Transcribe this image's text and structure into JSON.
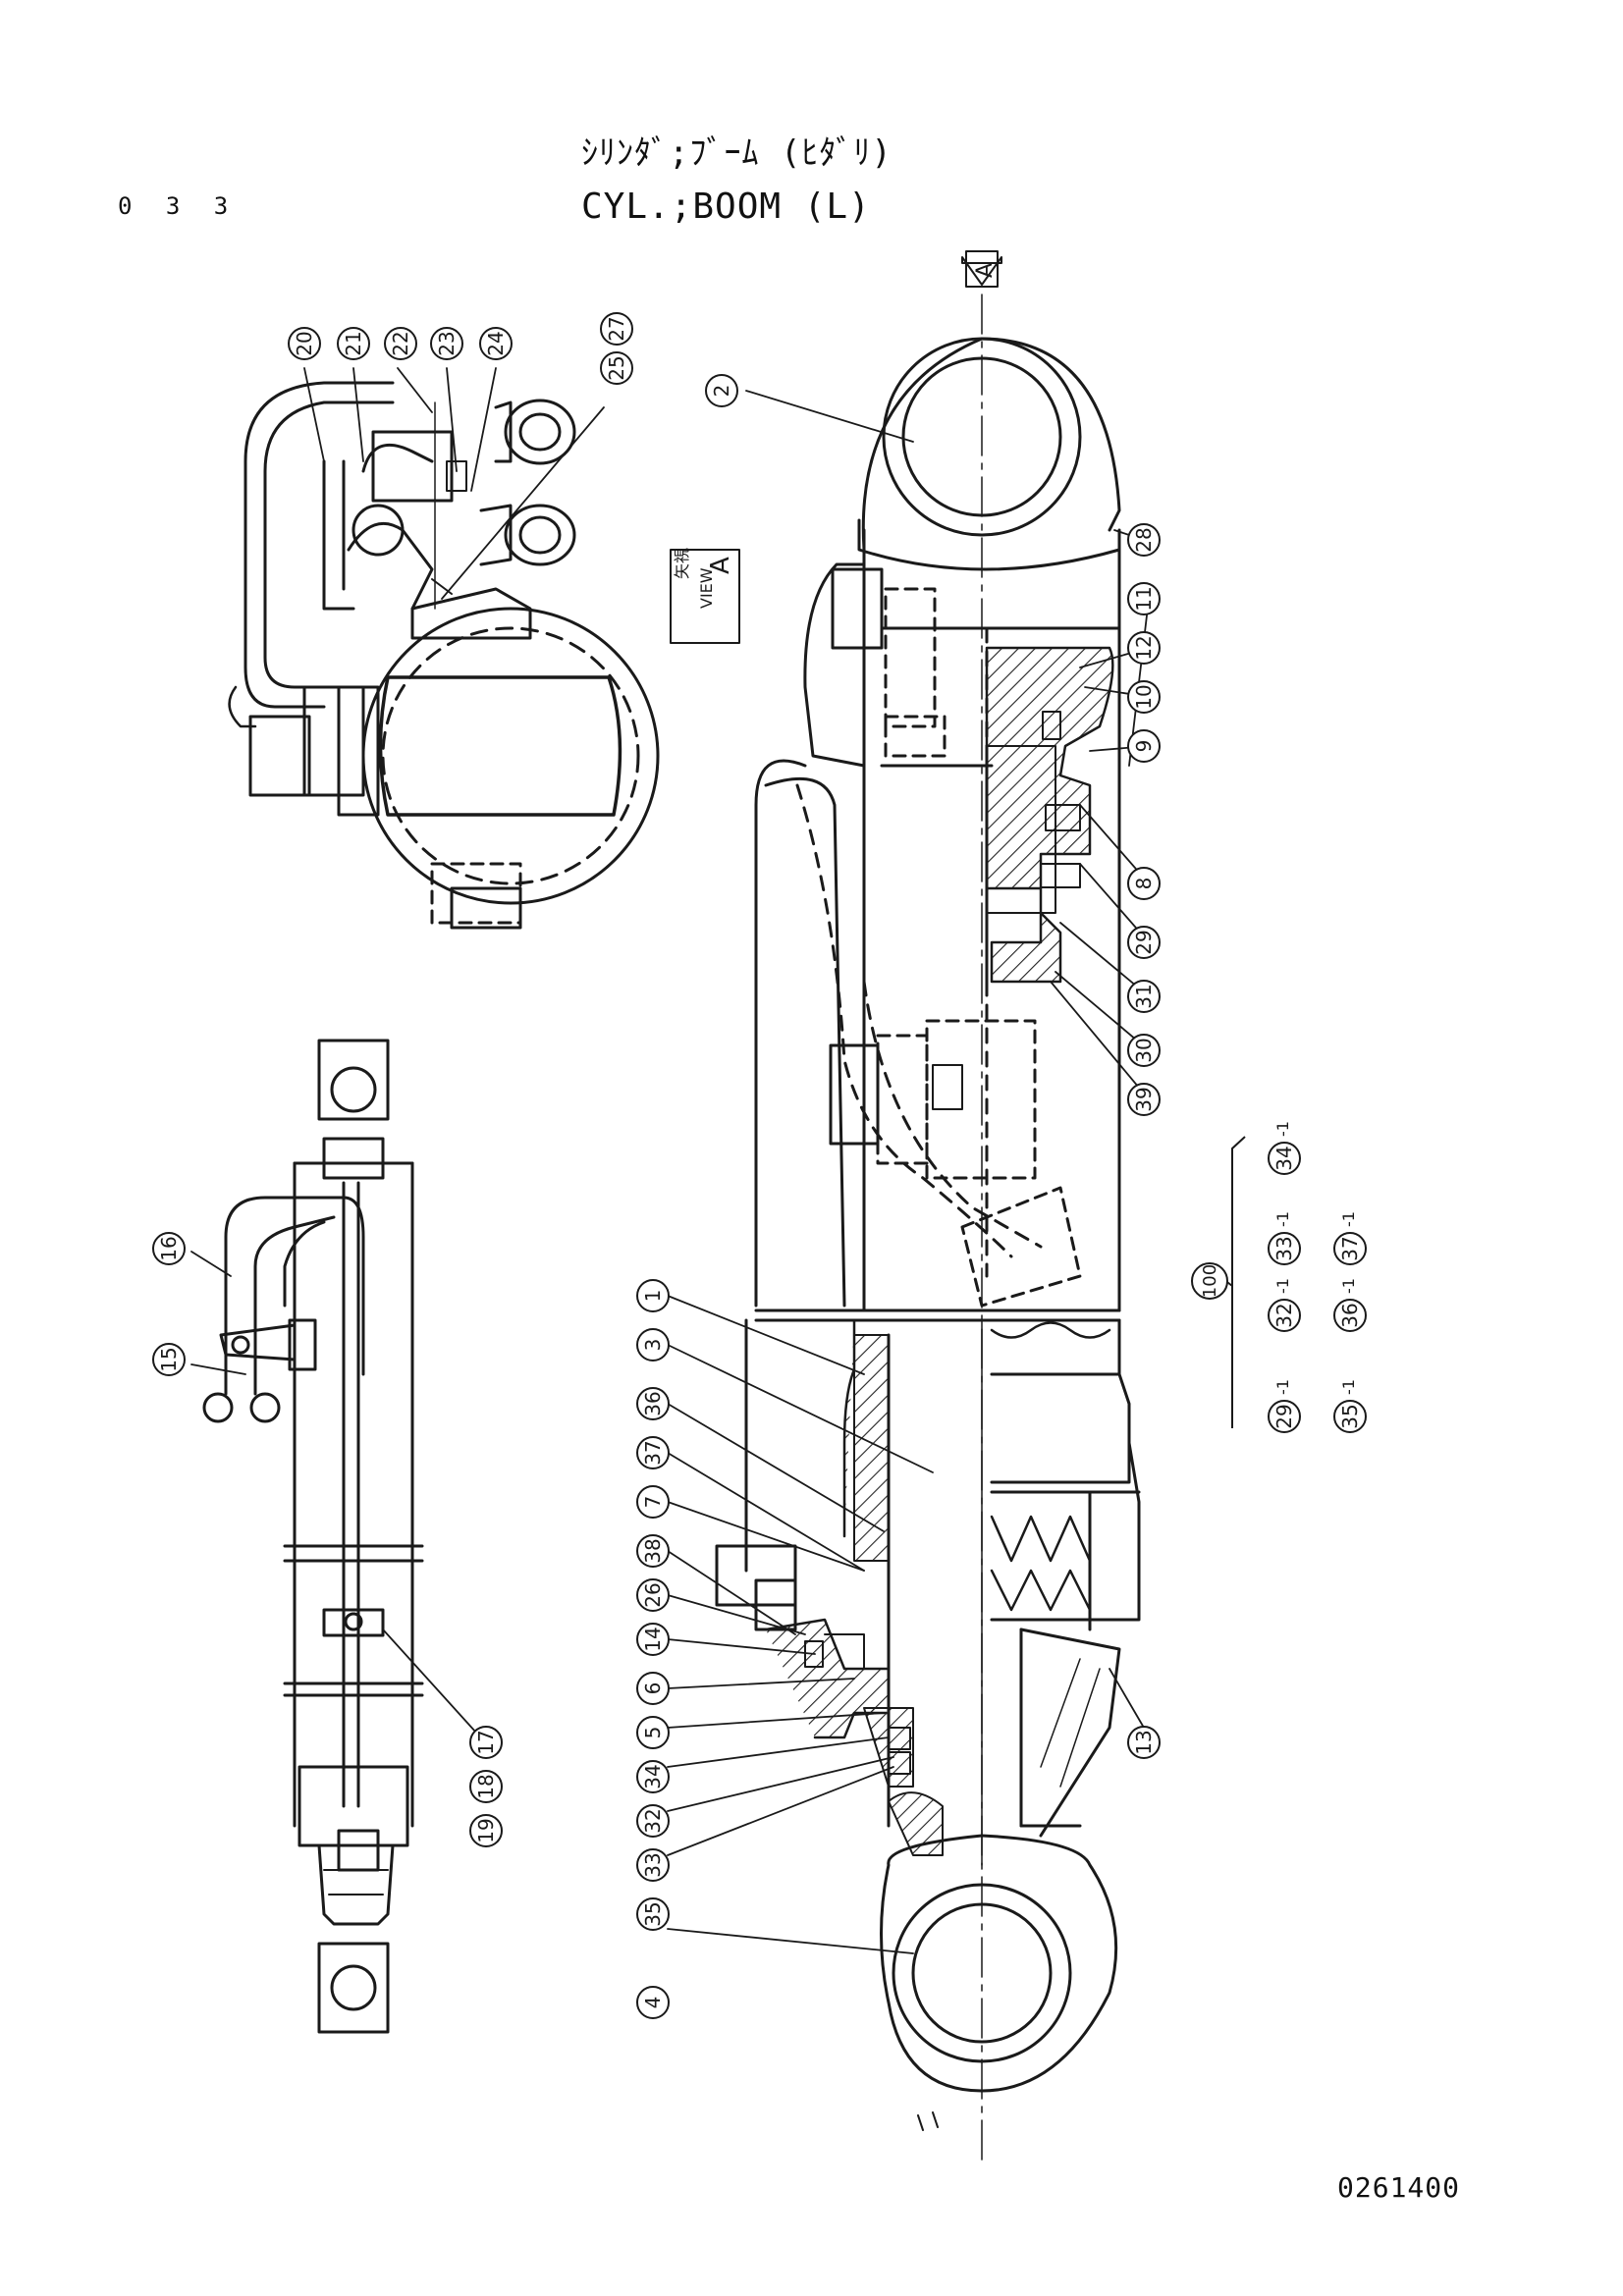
{
  "header": {
    "title_ja": "ｼﾘﾝﾀﾞ;ﾌﾞｰﾑ (ﾋﾀﾞﾘ)",
    "title_en": "CYL.;BOOM (L)",
    "page_number": "0 3 3",
    "drawing_number": "0261400"
  },
  "view_marker": {
    "arrow_label": "A",
    "view_label_ja": "矢視",
    "view_label_en": "VIEW",
    "view_letter": "A"
  },
  "callouts": {
    "main": [
      "1",
      "2",
      "3",
      "4",
      "5",
      "6",
      "7",
      "8",
      "9",
      "10",
      "11",
      "12",
      "13",
      "14",
      "26",
      "28",
      "29",
      "30",
      "31",
      "32",
      "33",
      "34",
      "35",
      "36",
      "37",
      "38",
      "39"
    ],
    "view_a": [
      "20",
      "21",
      "22",
      "23",
      "24",
      "25",
      "27"
    ],
    "side": [
      "15",
      "16",
      "17",
      "18",
      "19"
    ]
  },
  "kit": {
    "number": "100",
    "items": [
      "29",
      "32",
      "35",
      "33",
      "36",
      "34",
      "37"
    ],
    "suffix": "-1"
  },
  "colors": {
    "line": "#1a1a1a",
    "paper": "#ffffff"
  }
}
